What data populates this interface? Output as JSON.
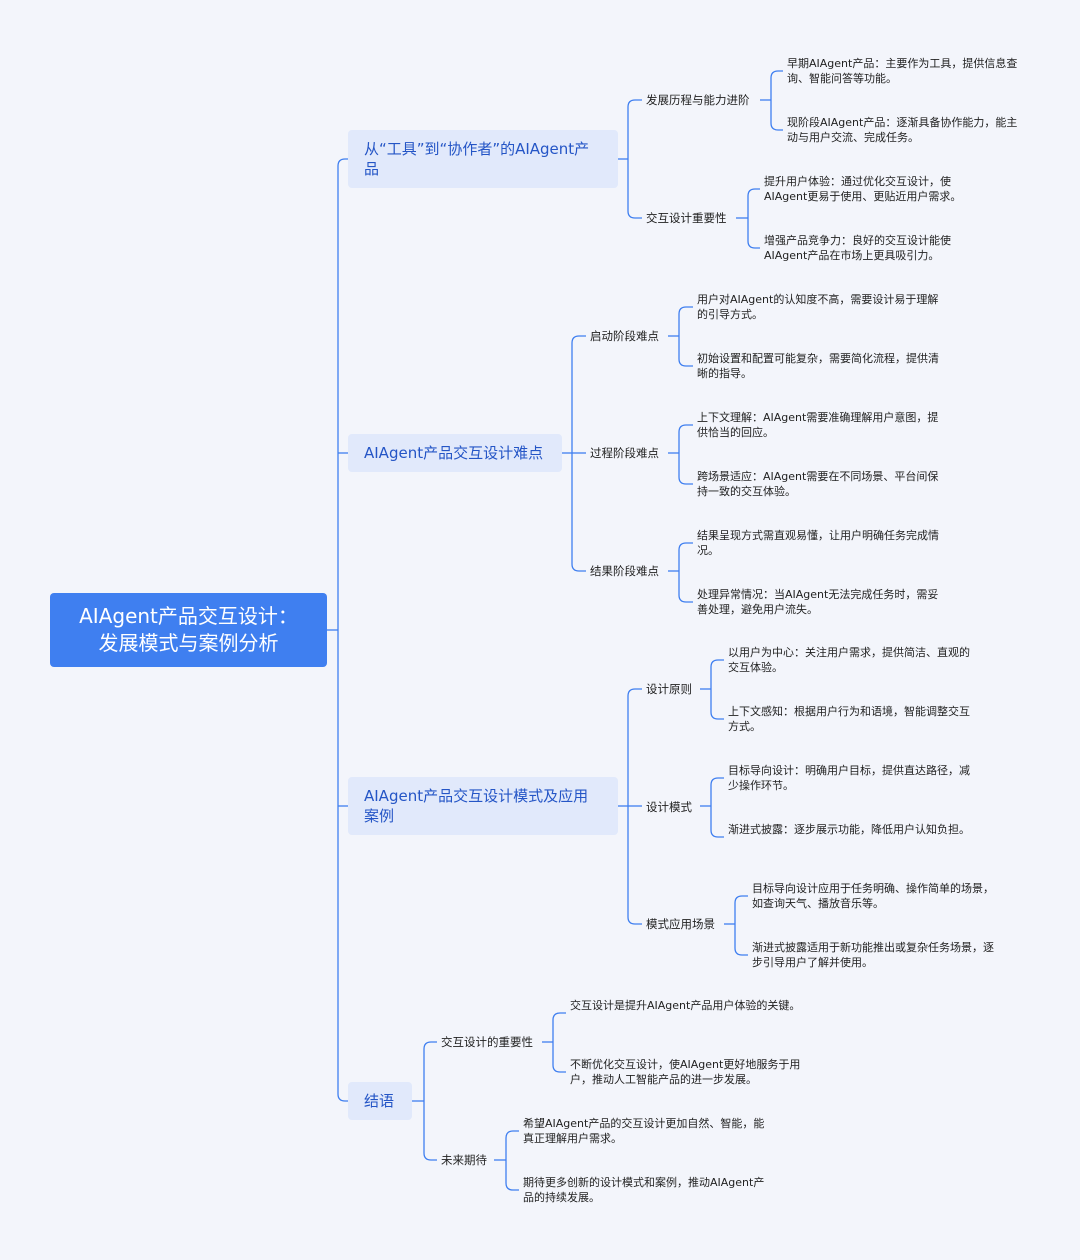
{
  "root": {
    "line1": "AIAgent产品交互设计：",
    "line2": "发展模式与案例分析"
  },
  "sections": [
    {
      "title": "从“工具”到“协作者”的AIAgent产品",
      "children": [
        {
          "label": "发展历程与能力进阶",
          "leaves": [
            "早期AIAgent产品：主要作为工具，提供信息查询、智能问答等功能。",
            "现阶段AIAgent产品：逐渐具备协作能力，能主动与用户交流、完成任务。"
          ]
        },
        {
          "label": "交互设计重要性",
          "leaves": [
            "提升用户体验：通过优化交互设计，使AIAgent更易于使用、更贴近用户需求。",
            "增强产品竞争力：良好的交互设计能使AIAgent产品在市场上更具吸引力。"
          ]
        }
      ]
    },
    {
      "title": "AIAgent产品交互设计难点",
      "children": [
        {
          "label": "启动阶段难点",
          "leaves": [
            "用户对AIAgent的认知度不高，需要设计易于理解的引导方式。",
            "初始设置和配置可能复杂，需要简化流程，提供清晰的指导。"
          ]
        },
        {
          "label": "过程阶段难点",
          "leaves": [
            "上下文理解：AIAgent需要准确理解用户意图，提供恰当的回应。",
            "跨场景适应：AIAgent需要在不同场景、平台间保持一致的交互体验。"
          ]
        },
        {
          "label": "结果阶段难点",
          "leaves": [
            "结果呈现方式需直观易懂，让用户明确任务完成情况。",
            "处理异常情况：当AIAgent无法完成任务时，需妥善处理，避免用户流失。"
          ]
        }
      ]
    },
    {
      "title": "AIAgent产品交互设计模式及应用案例",
      "children": [
        {
          "label": "设计原则",
          "leaves": [
            "以用户为中心：关注用户需求，提供简洁、直观的交互体验。",
            "上下文感知：根据用户行为和语境，智能调整交互方式。"
          ]
        },
        {
          "label": "设计模式",
          "leaves": [
            "目标导向设计：明确用户目标，提供直达路径，减少操作环节。",
            "渐进式披露：逐步展示功能，降低用户认知负担。"
          ]
        },
        {
          "label": "模式应用场景",
          "leaves": [
            "目标导向设计应用于任务明确、操作简单的场景，如查询天气、播放音乐等。",
            "渐进式披露适用于新功能推出或复杂任务场景，逐步引导用户了解并使用。"
          ]
        }
      ]
    },
    {
      "title": "结语",
      "children": [
        {
          "label": "交互设计的重要性",
          "leaves": [
            "交互设计是提升AIAgent产品用户体验的关键。",
            "不断优化交互设计，使AIAgent更好地服务于用户，推动人工智能产品的进一步发展。"
          ]
        },
        {
          "label": "未来期待",
          "leaves": [
            "希望AIAgent产品的交互设计更加自然、智能，能真正理解用户需求。",
            "期待更多创新的设计模式和案例，推动AIAgent产品的持续发展。"
          ]
        }
      ]
    }
  ],
  "colors": {
    "connector": "#3f7ff0",
    "root_bg": "#3f7ff0",
    "section_bg": "#e1e9fb",
    "section_text": "#2455c6",
    "background": "#f3f5fb"
  }
}
